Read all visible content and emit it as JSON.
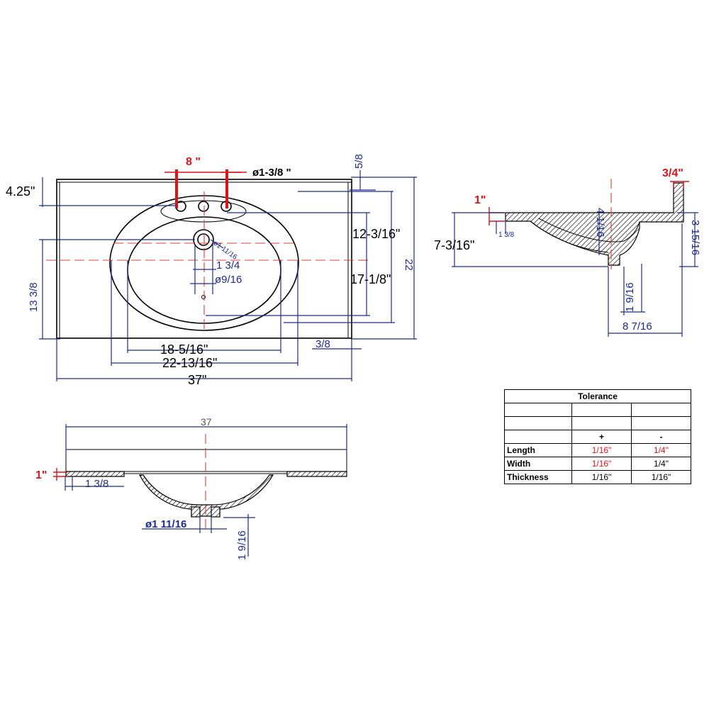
{
  "top_view": {
    "faucet_spread": "8  \"",
    "faucet_hole_dia": "ø1-3/8  \"",
    "backsplash_offset": "4.25\"",
    "back_edge": "5/8",
    "bowl_front_to_center": "12-3/16\"",
    "bowl_depth_17": "17-1/8\"",
    "overall_depth": "22",
    "left_depth": "13 3/8",
    "drain_dia": "ø1 11/16",
    "drain_offset": "1 3/4",
    "overflow_dia": "ø9/16",
    "bowl_width": "18-5/16\"",
    "bowl_outer_width": "22-13/16\"",
    "side_edge": "3/8",
    "overall_width": "37\""
  },
  "side_view": {
    "thickness": "1\"",
    "lip": "1 3/8",
    "height": "7-3/16\"",
    "bowl_depth": "4 1/16",
    "backsplash_thickness": "3/4\"",
    "backsplash_height": "3 15/16",
    "drain_len": "1 9/16",
    "drain_width": "8 7/16"
  },
  "front_view": {
    "width": "37",
    "thickness": "1\"",
    "lip": "1 3/8",
    "drain_dia": "ø1  11/16",
    "drain_len": "1 9/16"
  },
  "tolerance": {
    "title": "Tolerance",
    "plus_label": "+",
    "minus_label": "-",
    "rows": [
      {
        "label": "Length",
        "plus": "1/16\"",
        "minus": "1/4\""
      },
      {
        "label": "Width",
        "plus": "1/16\"",
        "minus": "1/4\""
      },
      {
        "label": "Thickness",
        "plus": "1/16\"",
        "minus": "1/16\""
      }
    ]
  },
  "colors": {
    "dimension": "#1f2a8c",
    "highlight": "#d9141b",
    "outline": "#000000"
  }
}
